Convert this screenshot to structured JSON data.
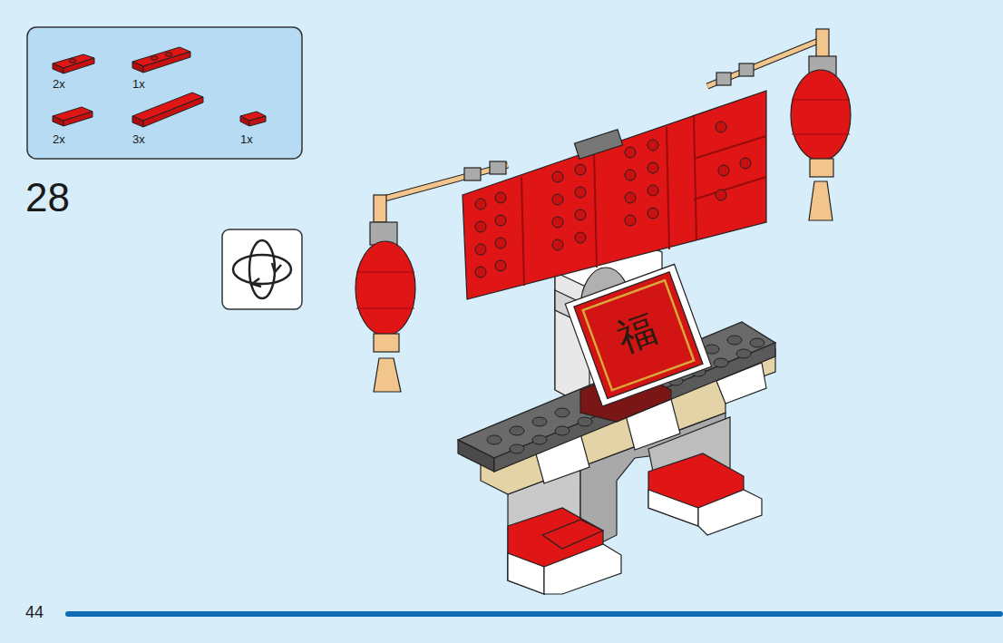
{
  "diagram": {
    "labels": [
      "2x",
      "1x",
      "2x",
      "3x",
      "1x",
      "28",
      "福",
      "44"
    ]
  }
}
